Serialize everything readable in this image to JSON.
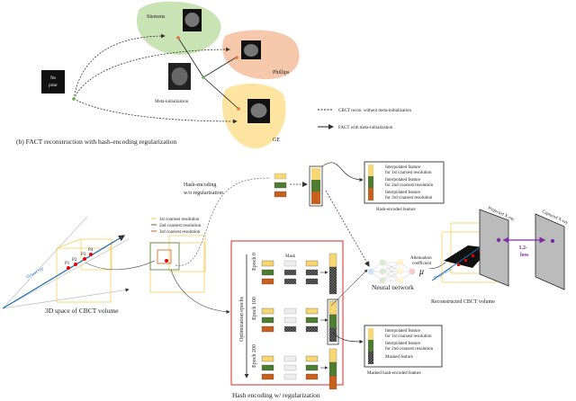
{
  "panel_a": {
    "vendors": [
      "Siemens",
      "Phillips",
      "GE"
    ],
    "no_prior": [
      "No",
      "prior"
    ],
    "meta_init_label": "Meta-initialization",
    "legend": {
      "dashed": "CBCT recon. without meta-initialization",
      "solid": "FACT with meta-initialization"
    },
    "colors": {
      "siemens": "#c9e3b4",
      "phillips": "#f6c9ad",
      "ge": "#fde4a0",
      "start_dot": "#6aa84f",
      "end_dot": "#e8743b"
    }
  },
  "panel_b": {
    "title": "(b) FACT reconstruction with hash-encoding regularization",
    "resolution_legend": [
      "1st coarsest resolution",
      "2nd coarsest resolution",
      "3rd coarsest resolution"
    ],
    "virtual_ray": "Virtual ray",
    "points": [
      "P1",
      "P2",
      "P3",
      "P4"
    ],
    "volume_label": "3D space of CBCT volume",
    "hash_no_reg": [
      "Hash-encoding",
      "w/o regularization"
    ],
    "hash_reg_label": "Hash encoding w/ regularization",
    "optimization_epochs": "Optimization epochs",
    "epochs": [
      "Epoch 0",
      "Epoch 100",
      "Epoch 200"
    ],
    "mask_label": "Mask",
    "hash_feature_box": {
      "lines": [
        "Interpolated feature",
        "for 1st coarsest resolution",
        "Interpolated feature",
        "for 2nd coarsest resolution",
        "Interpolated feature",
        "for 3rd coarsest resolution"
      ],
      "caption": "Hash-encoded feature"
    },
    "masked_feature_box": {
      "lines": [
        "Interpolated feature",
        "for 1st coarsest resolution",
        "Interpolated feature",
        "for 2nd coarsest resolution",
        "Masked feature"
      ],
      "caption": "Masked hash-encoded feature"
    },
    "neural_network": "Neural network",
    "attenuation": [
      "Attenuation",
      "coefficient"
    ],
    "mu": "μ",
    "reconstructed_label": "Reconstructed CBCT volume",
    "projection": "Projection",
    "projected_xray": "Projected X-ray",
    "captured_xray": "Captured X-ray",
    "loss": [
      "L2-",
      "loss"
    ],
    "colors": {
      "yellow": "#f7d774",
      "green": "#4e7d32",
      "orange": "#c8601e",
      "masked": "#3a3a3a",
      "red_box": "#d62828",
      "ray": "#1f6fb4",
      "loss": "#7b2fa0"
    }
  }
}
